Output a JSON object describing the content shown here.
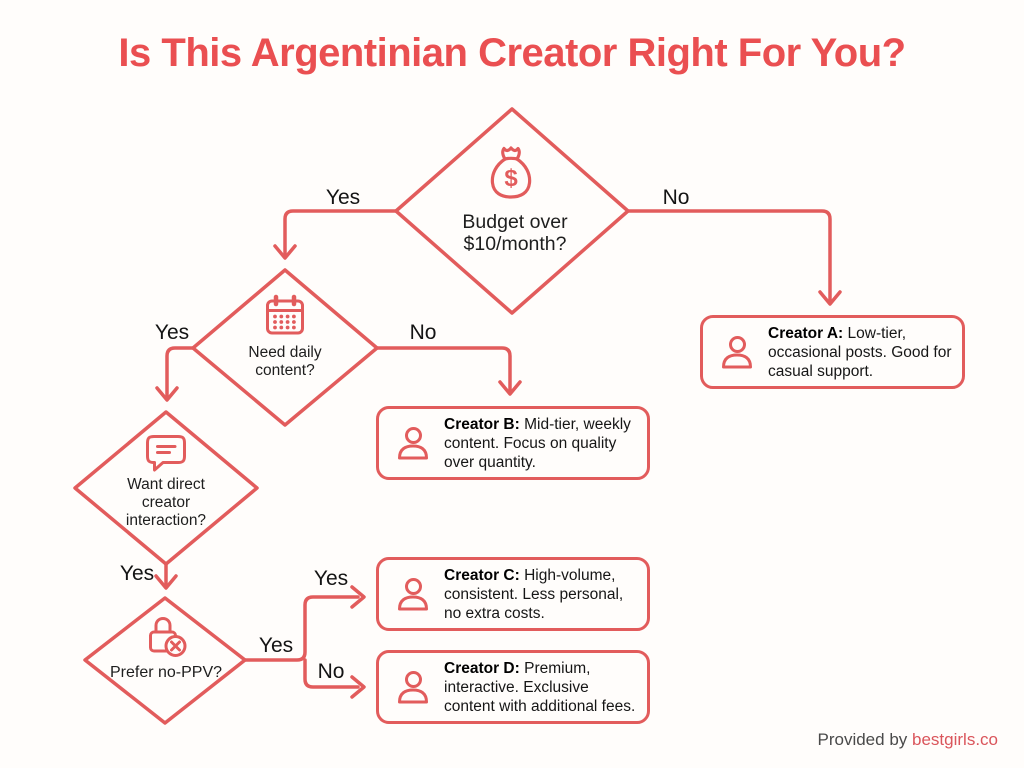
{
  "title": "Is This Argentinian Creator Right For You?",
  "colors": {
    "accent_stroke": "#e25c5c",
    "title_red": "#ea4f51",
    "text_ink": "#1e1e1e",
    "footer_gray": "#4a4a4a",
    "brand_red": "#da555b"
  },
  "icons": {
    "dollar_glyph": "$"
  },
  "nodes": {
    "budget": {
      "icon": "money-bag-icon",
      "question": "Budget over\n$10/month?"
    },
    "daily": {
      "icon": "calendar-icon",
      "question": "Need daily\ncontent?"
    },
    "interaction": {
      "icon": "chat-bubble-icon",
      "question": "Want direct\ncreator\ninteraction?"
    },
    "ppv": {
      "icon": "lock-cancel-icon",
      "question": "Prefer no-PPV?"
    }
  },
  "edges": {
    "budget_yes": "Yes",
    "budget_no": "No",
    "daily_yes": "Yes",
    "daily_no": "No",
    "interaction_yes": "Yes",
    "ppv_exit": "Yes",
    "ppv_yes": "Yes",
    "ppv_no": "No"
  },
  "results": {
    "a": {
      "label": "Creator A:",
      "text": "Low-tier, occasional posts. Good for casual support."
    },
    "b": {
      "label": "Creator B:",
      "text": "Mid-tier, weekly content. Focus on quality over quantity."
    },
    "c": {
      "label": "Creator C:",
      "text": "High-volume, consistent. Less personal, no extra costs."
    },
    "d": {
      "label": "Creator D:",
      "text": "Premium, interactive. Exclusive content with additional fees."
    }
  },
  "footer": {
    "prefix": "Provided by",
    "brand": "bestgirls.co"
  }
}
